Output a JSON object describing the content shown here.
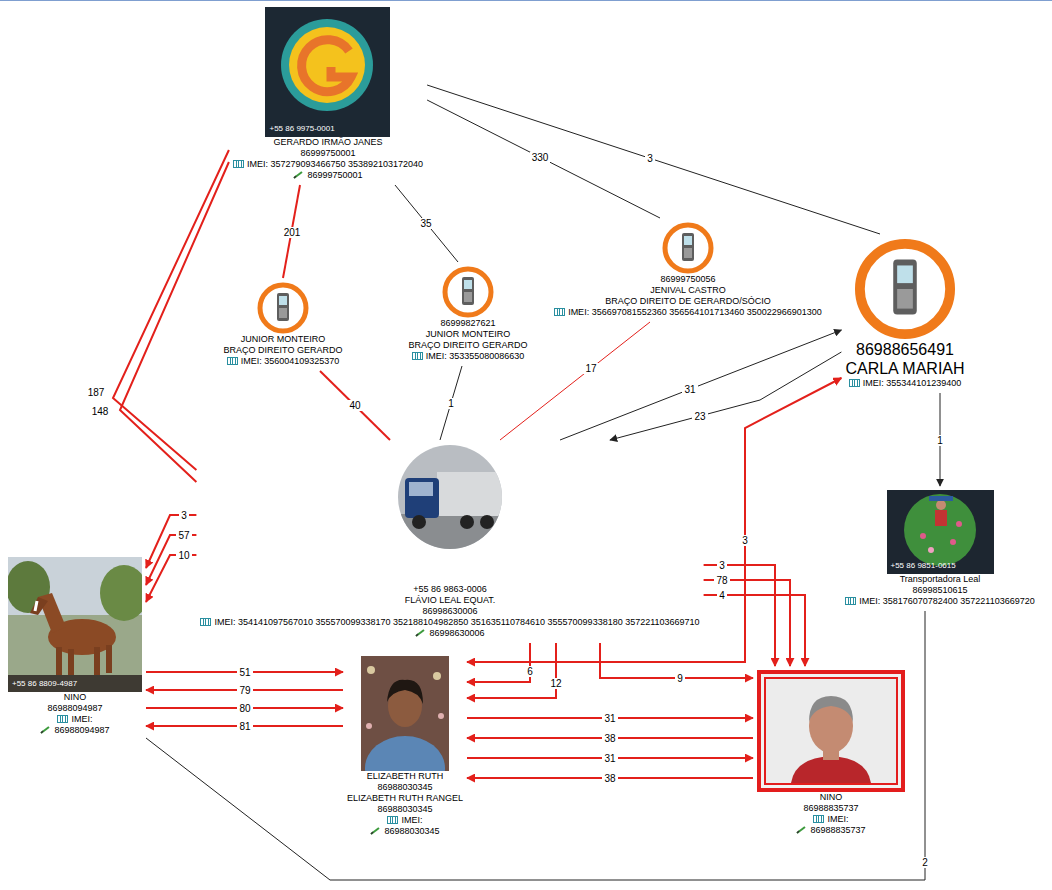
{
  "diagram": {
    "nodes": [
      {
        "text": [
          "+55 86 9975-0001",
          "GERARDO IRMÃO JANES",
          "86999750001",
          "IMEI: 357279093466750 353892103172040",
          "86999750001"
        ]
      },
      {
        "text": [
          "JUNIOR MONTEIRO",
          "BRAÇO DIREITO GERARDO",
          "IMEI: 356004109325370"
        ]
      },
      {
        "text": [
          "86999827621",
          "JUNIOR MONTEIRO",
          "BRAÇO DIREITO GERARDO",
          "IMEI: 353355080086630"
        ]
      },
      {
        "text": [
          "86999750056",
          "JENIVAL CASTRO",
          "BRAÇO DIREITO DE GERARDO/SÓCIO",
          "IMEI: 356697081552360 356564101713460 350022966901300"
        ]
      },
      {
        "text": [
          "86988656491",
          "CARLA MARIAH",
          "IMEI: 355344101239400"
        ]
      },
      {
        "text": [
          "+55 86 9863-0006",
          "FLÁVIO LEAL EQUAT.",
          "86998630006",
          "IMEI: 354141097567010 355570099338170 352188104982850 351635110784610 355570099338180 357221103669710",
          "86998630006"
        ]
      },
      {
        "text": [
          "+55 86 9851-0615",
          "Transportadora Leal",
          "86998510615",
          "IMEI: 358176070782400 357221103669720"
        ]
      },
      {
        "text": [
          "+55 86 8809-4987",
          "NINO",
          "86988094987",
          "IMEI:",
          "86988094987"
        ]
      },
      {
        "text": [
          "ELIZABETH RUTH",
          "86988030345",
          "ELIZABETH RUTH RANGEL",
          "86988030345",
          "IMEI:",
          "86988030345"
        ]
      },
      {
        "text": [
          "NINO",
          "86988835737",
          "IMEI:",
          "86988835737"
        ]
      }
    ],
    "edges": [
      {
        "from": 0,
        "to": 1,
        "label": "201",
        "arrow": "none"
      },
      {
        "from": 0,
        "to": 2,
        "label": "35",
        "arrow": "none"
      },
      {
        "from": 0,
        "to": 3,
        "label": "330",
        "arrow": "none"
      },
      {
        "from": 0,
        "to": 4,
        "label": "3",
        "arrow": "none"
      },
      {
        "from": 0,
        "to": 5,
        "label": "187",
        "arrow": "none"
      },
      {
        "from": 0,
        "to": 5,
        "label": "148",
        "arrow": "none"
      },
      {
        "from": 1,
        "to": 5,
        "label": "40",
        "arrow": "none"
      },
      {
        "from": 2,
        "to": 5,
        "label": "1",
        "arrow": "none"
      },
      {
        "from": 3,
        "to": 5,
        "label": "17",
        "arrow": "none"
      },
      {
        "from": 5,
        "to": 4,
        "label": "31",
        "arrow": "to"
      },
      {
        "from": 4,
        "to": 5,
        "label": "23",
        "arrow": "to"
      },
      {
        "from": 4,
        "to": 6,
        "label": "1",
        "arrow": "to"
      },
      {
        "from": 5,
        "to": 7,
        "label": "3",
        "arrow": "to"
      },
      {
        "from": 5,
        "to": 7,
        "label": "57",
        "arrow": "to"
      },
      {
        "from": 5,
        "to": 7,
        "label": "10",
        "arrow": "to"
      },
      {
        "from": 7,
        "to": 8,
        "label": "51",
        "arrow": "to"
      },
      {
        "from": 8,
        "to": 7,
        "label": "79",
        "arrow": "to"
      },
      {
        "from": 7,
        "to": 8,
        "label": "80",
        "arrow": "to"
      },
      {
        "from": 8,
        "to": 7,
        "label": "81",
        "arrow": "to"
      },
      {
        "from": 4,
        "to": 8,
        "label": "3",
        "arrow": "both"
      },
      {
        "from": 5,
        "to": 9,
        "label": "3",
        "arrow": "to"
      },
      {
        "from": 5,
        "to": 9,
        "label": "78",
        "arrow": "to"
      },
      {
        "from": 5,
        "to": 9,
        "label": "4",
        "arrow": "to"
      },
      {
        "from": 5,
        "to": 9,
        "label": "9",
        "arrow": "to"
      },
      {
        "from": 5,
        "to": 8,
        "label": "6",
        "arrow": "to"
      },
      {
        "from": 5,
        "to": 8,
        "label": "12",
        "arrow": "to"
      },
      {
        "from": 8,
        "to": 9,
        "label": "31",
        "arrow": "to"
      },
      {
        "from": 9,
        "to": 8,
        "label": "38",
        "arrow": "to"
      },
      {
        "from": 8,
        "to": 9,
        "label": "31",
        "arrow": "to"
      },
      {
        "from": 9,
        "to": 8,
        "label": "38",
        "arrow": "to"
      },
      {
        "from": 7,
        "to": 6,
        "label": "2",
        "arrow": "none"
      }
    ]
  }
}
